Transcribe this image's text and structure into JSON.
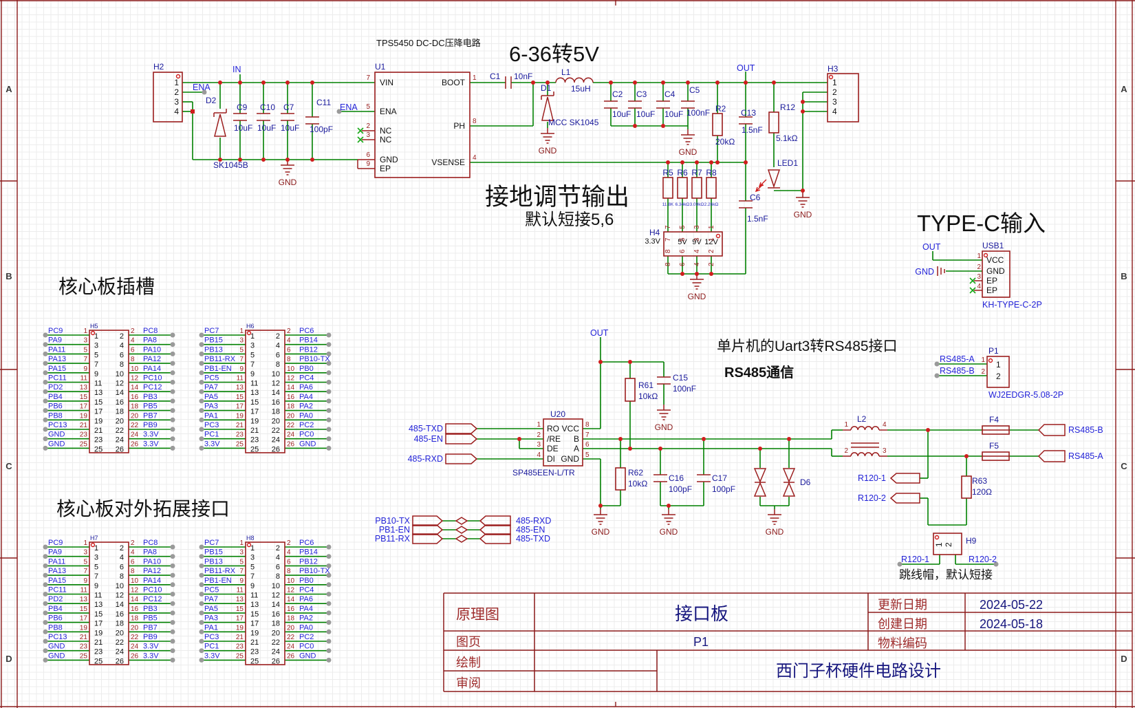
{
  "annotations": {
    "tps_title": "TPS5450 DC-DC压降电路",
    "buck": "6-36转5V",
    "adj1": "接地调节输出",
    "adj2": "默认短接5,6",
    "typec": "TYPE-C输入",
    "slots": "核心板插槽",
    "expand": "核心板对外拓展接口",
    "uart": "单片机的Uart3转RS485接口",
    "rs485": "RS485通信",
    "jumper": "跳线帽，默认短接"
  },
  "nets": {
    "in": "IN",
    "out": "OUT",
    "ena": "ENA",
    "gnd": "GND",
    "txd": "485-TXD",
    "en": "485-EN",
    "rxd": "485-RXD",
    "rs485a": "RS485-A",
    "rs485b": "RS485-B",
    "r120_1": "R120-1",
    "r120_2": "R120-2"
  },
  "ties": [
    {
      "l": "PB10-TX",
      "r": "485-RXD"
    },
    {
      "l": "PB1-EN",
      "r": "485-EN"
    },
    {
      "l": "PB11-RX",
      "r": "485-TXD"
    }
  ],
  "vals": {
    "uF10": "10uF",
    "pF100": "100pF",
    "nF10": "10nF",
    "nF100": "100nF",
    "nF1_5": "1.5nF",
    "k20": "20kΩ",
    "k5_1": "5.1kΩ",
    "k10": "10kΩ",
    "ohm120": "120Ω"
  },
  "parts": {
    "h2": "H2",
    "u1": "U1",
    "d2": "D2",
    "d2v": "SK1045B",
    "c9": "C9",
    "c10": "C10",
    "c7": "C7",
    "c11": "C11",
    "c1": "C1",
    "d1": "D1",
    "d1v": "MCC SK1045",
    "l1": "L1",
    "l1v": "15uH",
    "c2": "C2",
    "c3": "C3",
    "c4": "C4",
    "c5": "C5",
    "r2": "R2",
    "c13": "C13",
    "r12": "R12",
    "led1": "LED1",
    "c6": "C6",
    "h3": "H3",
    "usb1": "USB1",
    "usb1v": "KH-TYPE-C-2P",
    "r61": "R61",
    "r62": "R62",
    "c15": "C15",
    "c16": "C16",
    "c17": "C17",
    "d6": "D6",
    "l2": "L2",
    "f4": "F4",
    "f5": "F5",
    "r63": "R63",
    "h9": "H9",
    "p1": "P1",
    "p1v": "WJ2EDGR-5.08-2P"
  },
  "u1": {
    "ref": "U1",
    "left": [
      {
        "n": "7",
        "p": "VIN"
      },
      {
        "n": "5",
        "p": "ENA"
      },
      {
        "n": "2",
        "p": "NC"
      },
      {
        "n": "3",
        "p": "NC"
      },
      {
        "n": "6",
        "p": "GND"
      },
      {
        "n": "9",
        "p": "EP"
      }
    ],
    "right": [
      {
        "n": "1",
        "p": "BOOT"
      },
      {
        "n": "8",
        "p": "PH"
      },
      {
        "n": "4",
        "p": "VSENSE"
      }
    ]
  },
  "u20": {
    "ref": "U20",
    "value": "SP485EEN-L/TR",
    "left": [
      {
        "n": "1",
        "p": "RO"
      },
      {
        "n": "2",
        "p": "/RE"
      },
      {
        "n": "3",
        "p": "DE"
      },
      {
        "n": "4",
        "p": "DI"
      }
    ],
    "right": [
      {
        "n": "8",
        "p": "VCC"
      },
      {
        "n": "7",
        "p": "B"
      },
      {
        "n": "6",
        "p": "A"
      },
      {
        "n": "5",
        "p": "GND"
      }
    ]
  },
  "usb1": {
    "pins": [
      {
        "n": "1",
        "p": "VCC"
      },
      {
        "n": "2",
        "p": "GND"
      },
      {
        "n": "3",
        "p": "EP"
      },
      {
        "n": "4",
        "p": "EP"
      }
    ]
  },
  "h4": {
    "ref": "H4",
    "volts": [
      "3.3V",
      "5V",
      "9V",
      "12V"
    ],
    "top": [
      "7",
      "5",
      "3",
      "1"
    ],
    "bottom": [
      "8",
      "6",
      "4",
      "2"
    ]
  },
  "rbank": {
    "refs": [
      "R5",
      "R6",
      "R7",
      "R8"
    ],
    "values": [
      "11.8K",
      "6.34kΩ",
      "3.09kΩ",
      "2.26kΩ"
    ]
  },
  "pins": {
    "odd": [
      "1",
      "3",
      "5",
      "7",
      "9",
      "11",
      "13",
      "15",
      "17",
      "19",
      "21",
      "23",
      "25"
    ],
    "even": [
      "2",
      "4",
      "6",
      "8",
      "10",
      "12",
      "14",
      "16",
      "18",
      "20",
      "22",
      "24",
      "26"
    ],
    "seq": [
      "1",
      "2",
      "3",
      "4"
    ],
    "pair": [
      "1",
      "2"
    ]
  },
  "headers": [
    {
      "ref": "H5",
      "left": [
        "PC9",
        "PA9",
        "PA11",
        "PA13",
        "PA15",
        "PC11",
        "PD2",
        "PB4",
        "PB6",
        "PB8",
        "PC13",
        "GND",
        "GND"
      ],
      "right": [
        "PC8",
        "PA8",
        "PA10",
        "PA12",
        "PA14",
        "PC10",
        "PC12",
        "PB3",
        "PB5",
        "PB7",
        "PB9",
        "3.3V",
        "3.3V"
      ]
    },
    {
      "ref": "H6",
      "left": [
        "PC7",
        "PB15",
        "PB13",
        "PB11-RX",
        "PB1-EN",
        "PC5",
        "PA7",
        "PA5",
        "PA3",
        "PA1",
        "PC3",
        "PC1",
        "3.3V"
      ],
      "right": [
        "PC6",
        "PB14",
        "PB12",
        "PB10-TX",
        "PB0",
        "PC4",
        "PA6",
        "PA4",
        "PA2",
        "PA0",
        "PC2",
        "PC0",
        "GND"
      ]
    },
    {
      "ref": "H7",
      "left": [
        "PC9",
        "PA9",
        "PA11",
        "PA13",
        "PA15",
        "PC11",
        "PD2",
        "PB4",
        "PB6",
        "PB8",
        "PC13",
        "GND",
        "GND"
      ],
      "right": [
        "PC8",
        "PA8",
        "PA10",
        "PA12",
        "PA14",
        "PC10",
        "PC12",
        "PB3",
        "PB5",
        "PB7",
        "PB9",
        "3.3V",
        "3.3V"
      ]
    },
    {
      "ref": "H8",
      "left": [
        "PC7",
        "PB15",
        "PB13",
        "PB11-RX",
        "PB1-EN",
        "PC5",
        "PA7",
        "PA5",
        "PA3",
        "PA1",
        "PC3",
        "PC1",
        "3.3V"
      ],
      "right": [
        "PC6",
        "PB14",
        "PB12",
        "PB10-TX",
        "PB0",
        "PC4",
        "PA6",
        "PA4",
        "PA2",
        "PA0",
        "PC2",
        "PC0",
        "GND"
      ]
    }
  ],
  "title_block": {
    "schematic_label": "原理图",
    "schematic": "接口板",
    "sheet_label": "图页",
    "sheet": "P1",
    "drawn_label": "绘制",
    "drawn": "",
    "review_label": "审阅",
    "review": "",
    "updated_label": "更新日期",
    "updated": "2024-05-22",
    "created_label": "创建日期",
    "created": "2024-05-18",
    "material_label": "物料编码",
    "material": "",
    "project": "西门子杯硬件电路设计"
  },
  "frame": {
    "zones": [
      "A",
      "B",
      "C",
      "D"
    ]
  }
}
